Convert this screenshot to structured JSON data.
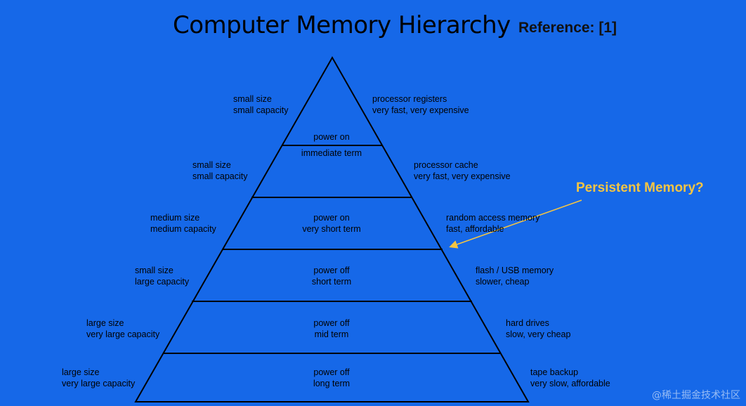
{
  "title": "Computer Memory Hierarchy",
  "reference": "Reference: [1]",
  "callout": "Persistent Memory?",
  "watermark": "@稀土掘金技术社区",
  "colors": {
    "background": "#1668e8",
    "callout": "#f5c542",
    "lines": "#000000"
  },
  "tiers": [
    {
      "left": [
        "small size",
        "small capacity"
      ],
      "center": [
        "power on"
      ],
      "right": [
        "processor registers",
        "very fast, very expensive"
      ]
    },
    {
      "left": [
        "small size",
        "small capacity"
      ],
      "center": [
        "immediate term"
      ],
      "right": [
        "processor cache",
        "very fast, very expensive"
      ]
    },
    {
      "left": [
        "medium size",
        "medium capacity"
      ],
      "center": [
        "power on",
        "very short term"
      ],
      "right": [
        "random access memory",
        "fast, affordable"
      ]
    },
    {
      "left": [
        "small size",
        "large capacity"
      ],
      "center": [
        "power off",
        "short term"
      ],
      "right": [
        "flash / USB memory",
        "slower, cheap"
      ]
    },
    {
      "left": [
        "large size",
        "very large capacity"
      ],
      "center": [
        "power off",
        "mid term"
      ],
      "right": [
        "hard drives",
        "slow, very cheap"
      ]
    },
    {
      "left": [
        "large size",
        "very large capacity"
      ],
      "center": [
        "power off",
        "long term"
      ],
      "right": [
        "tape backup",
        "very slow, affordable"
      ]
    }
  ]
}
